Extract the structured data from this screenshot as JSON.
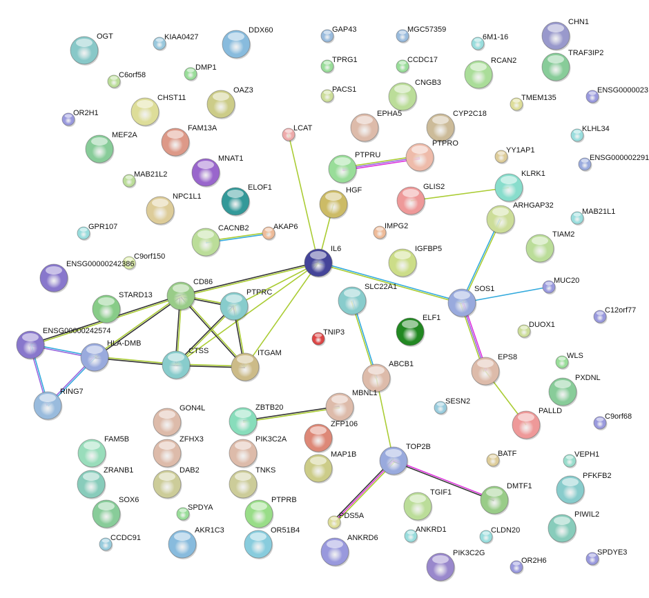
{
  "network": {
    "nodes": [
      {
        "id": "OGT",
        "color": "#88c8c8"
      },
      {
        "id": "KIAA0427",
        "color": "#99c8dd"
      },
      {
        "id": "DDX60",
        "color": "#88bbdd"
      },
      {
        "id": "GAP43",
        "color": "#99bbdd"
      },
      {
        "id": "MGC57359",
        "color": "#99bbdd"
      },
      {
        "id": "6M1-16",
        "color": "#99dddd"
      },
      {
        "id": "CHN1",
        "color": "#9999cc"
      },
      {
        "id": "TRAF3IP2",
        "color": "#88cc99"
      },
      {
        "id": "C6orf58",
        "color": "#bbdd99"
      },
      {
        "id": "DMP1",
        "color": "#99dd99"
      },
      {
        "id": "TPRG1",
        "color": "#99dd99"
      },
      {
        "id": "CCDC17",
        "color": "#99dd99"
      },
      {
        "id": "RCAN2",
        "color": "#aadd99"
      },
      {
        "id": "OAZ3",
        "color": "#cccc88"
      },
      {
        "id": "CHST11",
        "color": "#dddd99"
      },
      {
        "id": "PACS1",
        "color": "#ccdd99"
      },
      {
        "id": "CNGB3",
        "color": "#bbdd99"
      },
      {
        "id": "TMEM135",
        "color": "#dddd99"
      },
      {
        "id": "ENSG0000023",
        "color": "#9999dd"
      },
      {
        "id": "OR2H1",
        "color": "#9999dd"
      },
      {
        "id": "FAM13A",
        "color": "#dd9988"
      },
      {
        "id": "EPHA5",
        "color": "#ddbbaa"
      },
      {
        "id": "CYP2C18",
        "color": "#ccbb99"
      },
      {
        "id": "LCAT",
        "color": "#eeaaaa"
      },
      {
        "id": "KLHL34",
        "color": "#99dddd"
      },
      {
        "id": "MEF2A",
        "color": "#88cc99"
      },
      {
        "id": "YY1AP1",
        "color": "#ddcc99"
      },
      {
        "id": "PTPRO",
        "color": "#eebbaa"
      },
      {
        "id": "PTPRU",
        "color": "#99dd99"
      },
      {
        "id": "ENSG000002291",
        "color": "#99aadd"
      },
      {
        "id": "MNAT1",
        "color": "#9966cc"
      },
      {
        "id": "MAB21L2",
        "color": "#bbdd99"
      },
      {
        "id": "ELOF1",
        "color": "#339999"
      },
      {
        "id": "GLIS2",
        "color": "#ee9999"
      },
      {
        "id": "KLRK1",
        "color": "#88ddcc"
      },
      {
        "id": "HGF",
        "color": "#ccbb66"
      },
      {
        "id": "NPC1L1",
        "color": "#ddcc99"
      },
      {
        "id": "ARHGAP32",
        "color": "#ccdd99"
      },
      {
        "id": "MAB21L1",
        "color": "#99dddd"
      },
      {
        "id": "IMPG2",
        "color": "#eebb99"
      },
      {
        "id": "AKAP6",
        "color": "#eebb99"
      },
      {
        "id": "GPR107",
        "color": "#99dddd"
      },
      {
        "id": "CACNB2",
        "color": "#bbdd99"
      },
      {
        "id": "TIAM2",
        "color": "#bbdd99"
      },
      {
        "id": "IL6",
        "color": "#444499"
      },
      {
        "id": "C9orf150",
        "color": "#ddeeaa"
      },
      {
        "id": "IGFBP5",
        "color": "#ccdd88"
      },
      {
        "id": "ENSG00000242386",
        "color": "#8877cc"
      },
      {
        "id": "MUC20",
        "color": "#9999dd"
      },
      {
        "id": "SLC22A1",
        "color": "#88cccc"
      },
      {
        "id": "CD86",
        "color": "#99cc88"
      },
      {
        "id": "PTPRC",
        "color": "#88cccc"
      },
      {
        "id": "STARD13",
        "color": "#88cc88"
      },
      {
        "id": "SOS1",
        "color": "#99aadd"
      },
      {
        "id": "C12orf77",
        "color": "#9999dd"
      },
      {
        "id": "TNIP3",
        "color": "#dd4444"
      },
      {
        "id": "ELF1",
        "color": "#228822"
      },
      {
        "id": "DUOX1",
        "color": "#ccdd99"
      },
      {
        "id": "ENSG00000242574",
        "color": "#8877cc"
      },
      {
        "id": "HLA-DMB",
        "color": "#99aadd"
      },
      {
        "id": "CTSS",
        "color": "#88cccc"
      },
      {
        "id": "ITGAM",
        "color": "#ccbb88"
      },
      {
        "id": "ABCB1",
        "color": "#ddbbaa"
      },
      {
        "id": "EPS8",
        "color": "#ddbbaa"
      },
      {
        "id": "WLS",
        "color": "#99dd99"
      },
      {
        "id": "PXDNL",
        "color": "#88cc99"
      },
      {
        "id": "SESN2",
        "color": "#99ccdd"
      },
      {
        "id": "RING7",
        "color": "#99bbdd"
      },
      {
        "id": "MBNL1",
        "color": "#ddbbaa"
      },
      {
        "id": "ZBTB20",
        "color": "#88ddbb"
      },
      {
        "id": "GON4L",
        "color": "#ddbbaa"
      },
      {
        "id": "PALLD",
        "color": "#ee9999"
      },
      {
        "id": "C9orf68",
        "color": "#9999dd"
      },
      {
        "id": "ZFP106",
        "color": "#dd8877"
      },
      {
        "id": "FAM5B",
        "color": "#99ddbb"
      },
      {
        "id": "ZFHX3",
        "color": "#ddbbaa"
      },
      {
        "id": "PIK3C2A",
        "color": "#ddbbaa"
      },
      {
        "id": "TOP2B",
        "color": "#99aadd"
      },
      {
        "id": "BATF",
        "color": "#ddcc99"
      },
      {
        "id": "VEPH1",
        "color": "#99ddcc"
      },
      {
        "id": "MAP1B",
        "color": "#cccc88"
      },
      {
        "id": "ZRANB1",
        "color": "#88ccbb"
      },
      {
        "id": "DAB2",
        "color": "#cccc99"
      },
      {
        "id": "TNKS",
        "color": "#cccc99"
      },
      {
        "id": "PFKFB2",
        "color": "#88cccc"
      },
      {
        "id": "TGIF1",
        "color": "#bbdd99"
      },
      {
        "id": "DMTF1",
        "color": "#99cc88"
      },
      {
        "id": "SOX6",
        "color": "#88cc99"
      },
      {
        "id": "SPDYA",
        "color": "#99dd99"
      },
      {
        "id": "PTPRB",
        "color": "#99dd88"
      },
      {
        "id": "PDS5A",
        "color": "#dddd99"
      },
      {
        "id": "ANKRD1",
        "color": "#99dddd"
      },
      {
        "id": "CLDN20",
        "color": "#99dddd"
      },
      {
        "id": "PIWIL2",
        "color": "#88ccbb"
      },
      {
        "id": "CCDC91",
        "color": "#99ccdd"
      },
      {
        "id": "AKR1C3",
        "color": "#88bbdd"
      },
      {
        "id": "OR51B4",
        "color": "#88ccdd"
      },
      {
        "id": "ANKRD6",
        "color": "#9999dd"
      },
      {
        "id": "PIK3C2G",
        "color": "#9988cc"
      },
      {
        "id": "OR2H6",
        "color": "#9999dd"
      },
      {
        "id": "SPDYE3",
        "color": "#9999dd"
      }
    ],
    "edges": [
      {
        "a": "IL6",
        "b": "LCAT",
        "colors": [
          "#aacc33"
        ]
      },
      {
        "a": "IL6",
        "b": "HGF",
        "colors": [
          "#aacc33"
        ]
      },
      {
        "a": "IL6",
        "b": "CD86",
        "colors": [
          "#aacc33",
          "#333333"
        ]
      },
      {
        "a": "IL6",
        "b": "PTPRC",
        "colors": [
          "#aacc33"
        ]
      },
      {
        "a": "IL6",
        "b": "CTSS",
        "colors": [
          "#aacc33"
        ]
      },
      {
        "a": "IL6",
        "b": "ITGAM",
        "colors": [
          "#aacc33"
        ]
      },
      {
        "a": "IL6",
        "b": "SOS1",
        "colors": [
          "#33aadd",
          "#aacc33"
        ]
      },
      {
        "a": "CACNB2",
        "b": "AKAP6",
        "colors": [
          "#aacc33",
          "#33aadd"
        ]
      },
      {
        "a": "PTPRU",
        "b": "PTPRO",
        "colors": [
          "#aacc33",
          "#9966dd",
          "#dd33dd"
        ]
      },
      {
        "a": "GLIS2",
        "b": "KLRK1",
        "colors": [
          "#aacc33"
        ]
      },
      {
        "a": "SOS1",
        "b": "ARHGAP32",
        "colors": [
          "#33aadd",
          "#aacc33"
        ]
      },
      {
        "a": "SOS1",
        "b": "MUC20",
        "colors": [
          "#33aadd"
        ]
      },
      {
        "a": "SOS1",
        "b": "EPS8",
        "colors": [
          "#dd33dd",
          "#9966dd",
          "#aacc33"
        ]
      },
      {
        "a": "EPS8",
        "b": "PALLD",
        "colors": [
          "#aacc33"
        ]
      },
      {
        "a": "SLC22A1",
        "b": "ABCB1",
        "colors": [
          "#33aadd",
          "#aacc33"
        ]
      },
      {
        "a": "ABCB1",
        "b": "TOP2B",
        "colors": [
          "#aacc33"
        ]
      },
      {
        "a": "MBNL1",
        "b": "ZBTB20",
        "colors": [
          "#aacc33",
          "#333333"
        ]
      },
      {
        "a": "TOP2B",
        "b": "PDS5A",
        "colors": [
          "#aacc33",
          "#dd33dd",
          "#333333"
        ]
      },
      {
        "a": "TOP2B",
        "b": "DMTF1",
        "colors": [
          "#dd33dd",
          "#333333"
        ]
      },
      {
        "a": "CD86",
        "b": "PTPRC",
        "colors": [
          "#aacc33",
          "#333333"
        ]
      },
      {
        "a": "CD86",
        "b": "CTSS",
        "colors": [
          "#aacc33",
          "#333333"
        ]
      },
      {
        "a": "CD86",
        "b": "ITGAM",
        "colors": [
          "#aacc33",
          "#333333"
        ]
      },
      {
        "a": "CD86",
        "b": "HLA-DMB",
        "colors": [
          "#333333",
          "#aacc33"
        ]
      },
      {
        "a": "CD86",
        "b": "ENSG00000242574",
        "colors": [
          "#aacc33",
          "#333333"
        ]
      },
      {
        "a": "PTPRC",
        "b": "CTSS",
        "colors": [
          "#aacc33",
          "#333333"
        ]
      },
      {
        "a": "PTPRC",
        "b": "ITGAM",
        "colors": [
          "#aacc33",
          "#333333"
        ]
      },
      {
        "a": "CTSS",
        "b": "ITGAM",
        "colors": [
          "#aacc33",
          "#333333"
        ]
      },
      {
        "a": "HLA-DMB",
        "b": "CTSS",
        "colors": [
          "#aacc33",
          "#333333"
        ]
      },
      {
        "a": "HLA-DMB",
        "b": "ENSG00000242574",
        "colors": [
          "#9966dd",
          "#33aadd"
        ]
      },
      {
        "a": "HLA-DMB",
        "b": "RING7",
        "colors": [
          "#33aadd",
          "#9966dd"
        ]
      },
      {
        "a": "ENSG00000242574",
        "b": "RING7",
        "colors": [
          "#33aadd",
          "#9966dd"
        ]
      }
    ]
  }
}
